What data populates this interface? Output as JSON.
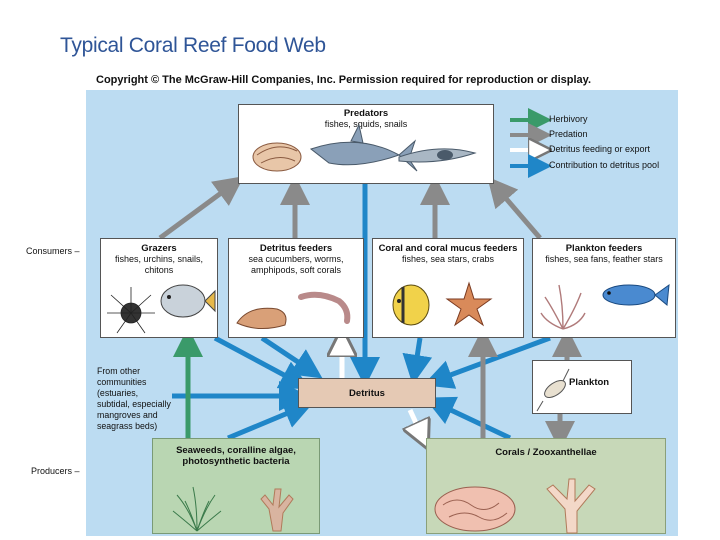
{
  "slide": {
    "title": "Typical Coral Reef Food Web"
  },
  "figure": {
    "copyright": "Copyright © The McGraw-Hill Companies, Inc. Permission required for reproduction or display.",
    "predators": {
      "title": "Predators",
      "subtitle": "fishes, squids, snails"
    },
    "legend": [
      {
        "label": "Herbivory",
        "color": "#3a9a6a"
      },
      {
        "label": "Predation",
        "color": "#8a8a8a"
      },
      {
        "label": "Detritus feeding or export",
        "color": "#ffffff"
      },
      {
        "label": "Contribution to detritus pool",
        "color": "#1f86c8"
      }
    ],
    "side_labels": {
      "consumers": "Consumers",
      "producers": "Producers"
    },
    "consumers": [
      {
        "title": "Grazers",
        "subtitle_lines": [
          "fishes, urchins, snails,",
          "chitons"
        ]
      },
      {
        "title": "Detritus feeders",
        "subtitle_lines": [
          "sea cucumbers, worms,",
          "amphipods, soft corals"
        ]
      },
      {
        "title": "Coral and coral mucus feeders",
        "subtitle_lines": [
          "fishes, sea stars, crabs"
        ]
      },
      {
        "title": "Plankton feeders",
        "subtitle_lines": [
          "fishes, sea fans, feather stars"
        ]
      }
    ],
    "detritus": "Detritus",
    "plankton": "Plankton",
    "other_communities_lines": [
      "From other",
      "communities",
      "(estuaries,",
      "subtidal, especially",
      "mangroves and",
      "seagrass beds)"
    ],
    "producers": [
      {
        "title_lines": [
          "Seaweeds, coralline algae,",
          "photosynthetic bacteria"
        ]
      },
      {
        "title_lines": [
          "Corals / Zooxanthellae"
        ]
      }
    ]
  }
}
